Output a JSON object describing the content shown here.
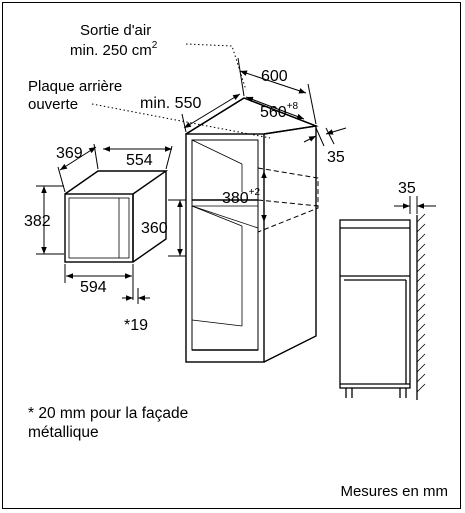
{
  "diagram": {
    "air_outlet": {
      "line1": "Sortie d'air",
      "line2_prefix": "min. 250 cm",
      "line2_sup": "2"
    },
    "back_panel": {
      "line1": "Plaque arrière",
      "line2": "ouverte"
    },
    "cabinet": {
      "width_total": "600",
      "min_depth": "min. 550",
      "inner_width": "560",
      "inner_width_tol": "+8",
      "rear_gap": "35",
      "niche_height": "380",
      "niche_height_tol": "+2"
    },
    "appliance": {
      "depth": "369",
      "width": "554",
      "height": "382",
      "inner_height": "360",
      "front_width": "594",
      "front_thickness": "*19"
    },
    "side_view": {
      "gap": "35"
    }
  },
  "footnote": {
    "line1": "* 20 mm pour la façade",
    "line2": "métallique"
  },
  "units": "Mesures en mm"
}
